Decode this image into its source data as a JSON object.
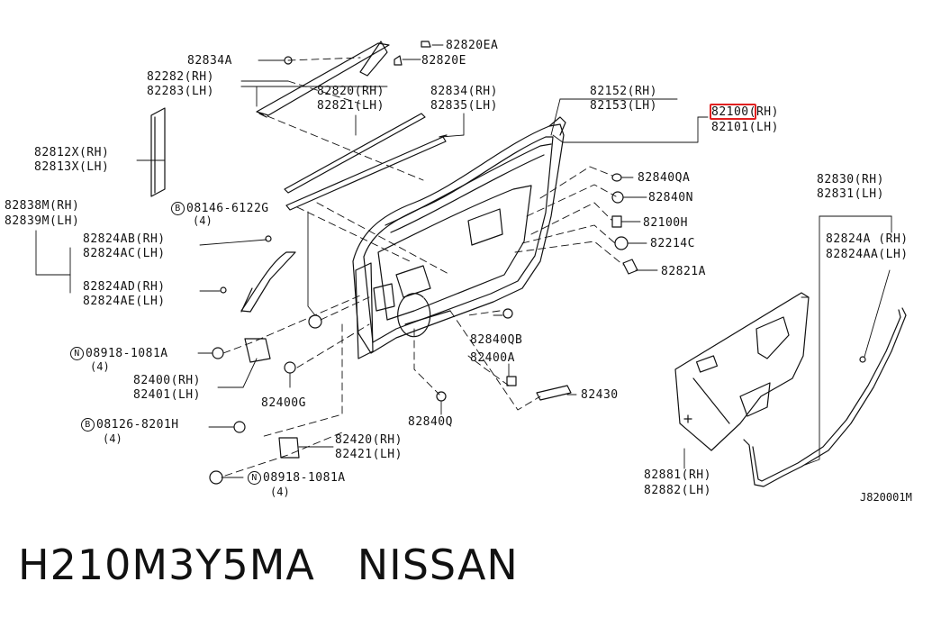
{
  "part_number_footer": "H210M3Y5MA   NISSAN",
  "figure_code": "J820001M",
  "highlighted_part": "82100",
  "labels": {
    "l_82834A": "82834A",
    "l_82820EA": "82820EA",
    "l_82820E": "82820E",
    "l_82282": "82282(RH)",
    "l_82283": "82283(LH)",
    "l_82820": "82820(RH)",
    "l_82821": "82821(LH)",
    "l_82834": "82834(RH)",
    "l_82835": "82835(LH)",
    "l_82152": "82152(RH)",
    "l_82153": "82153(LH)",
    "l_82100_rh": "(RH)",
    "l_82101": "82101(LH)",
    "l_82812X": "82812X(RH)",
    "l_82813X": "82813X(LH)",
    "l_82838M": "82838M(RH)",
    "l_82839M": "82839M(LH)",
    "l_08146": "08146-6122G",
    "l_08146_qty": "(4)",
    "l_82824AB": "82824AB(RH)",
    "l_82824AC": "82824AC(LH)",
    "l_82824AD": "82824AD(RH)",
    "l_82824AE": "82824AE(LH)",
    "l_82840QA": "82840QA",
    "l_82840N": "82840N",
    "l_82100H": "82100H",
    "l_82214C": "82214C",
    "l_82821A": "82821A",
    "l_82830": "82830(RH)",
    "l_82831": "82831(LH)",
    "l_82824A": "82824A (RH)",
    "l_82824AA": "82824AA(LH)",
    "l_08918a": "08918-1081A",
    "l_08918a_qty": "(4)",
    "l_82400": "82400(RH)",
    "l_82401": "82401(LH)",
    "l_82400G": "82400G",
    "l_82840QB": "82840QB",
    "l_82400A": "82400A",
    "l_82430": "82430",
    "l_82840Q": "82840Q",
    "l_08126": "08126-8201H",
    "l_08126_qty": "(4)",
    "l_82420": "82420(RH)",
    "l_82421": "82421(LH)",
    "l_08918b": "08918-1081A",
    "l_08918b_qty": "(4)",
    "l_82881": "82881(RH)",
    "l_82882": "82882(LH)"
  },
  "circle_letters": {
    "b": "B",
    "n": "N"
  }
}
